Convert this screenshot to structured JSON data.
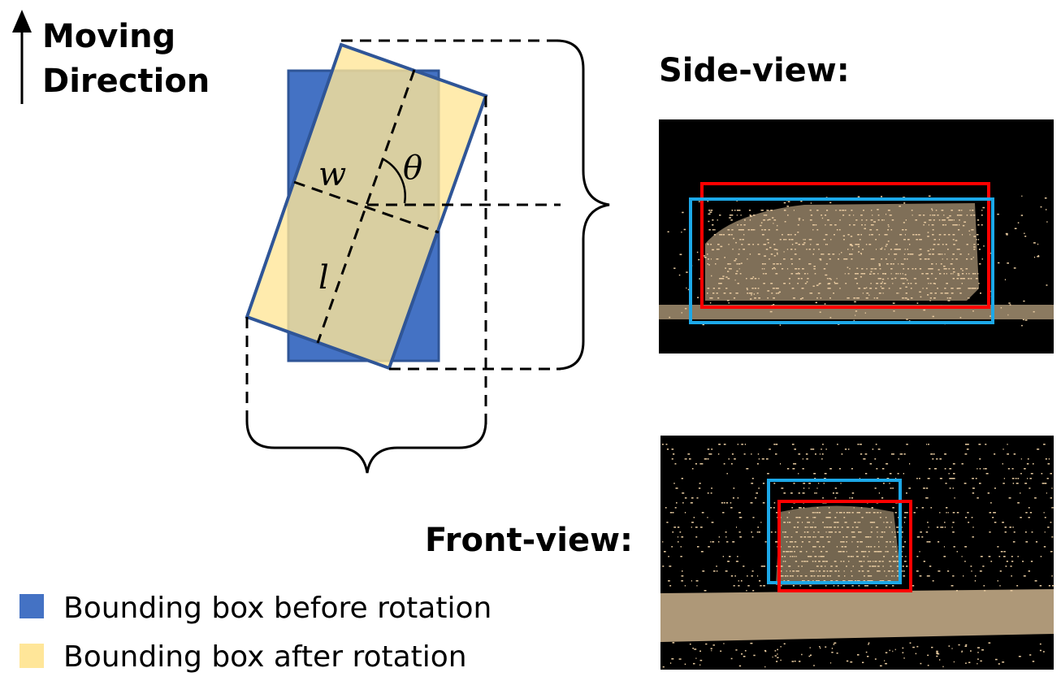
{
  "direction": {
    "line1": "Moving",
    "line2": "Direction"
  },
  "labels": {
    "w": "w",
    "l": "l",
    "theta": "θ"
  },
  "views": {
    "side_title": "Side-view:",
    "front_title": "Front-view:"
  },
  "legend": {
    "before": "Bounding box before rotation",
    "after": "Bounding box after rotation"
  },
  "colors": {
    "box_before": "#4472C4",
    "box_after": "#FFE699",
    "box_after_border": "#2F5597",
    "panel_bg": "#000000",
    "points": "#E8CBA0",
    "red_box": "#FF0000",
    "cyan_box": "#1CA8E8"
  }
}
